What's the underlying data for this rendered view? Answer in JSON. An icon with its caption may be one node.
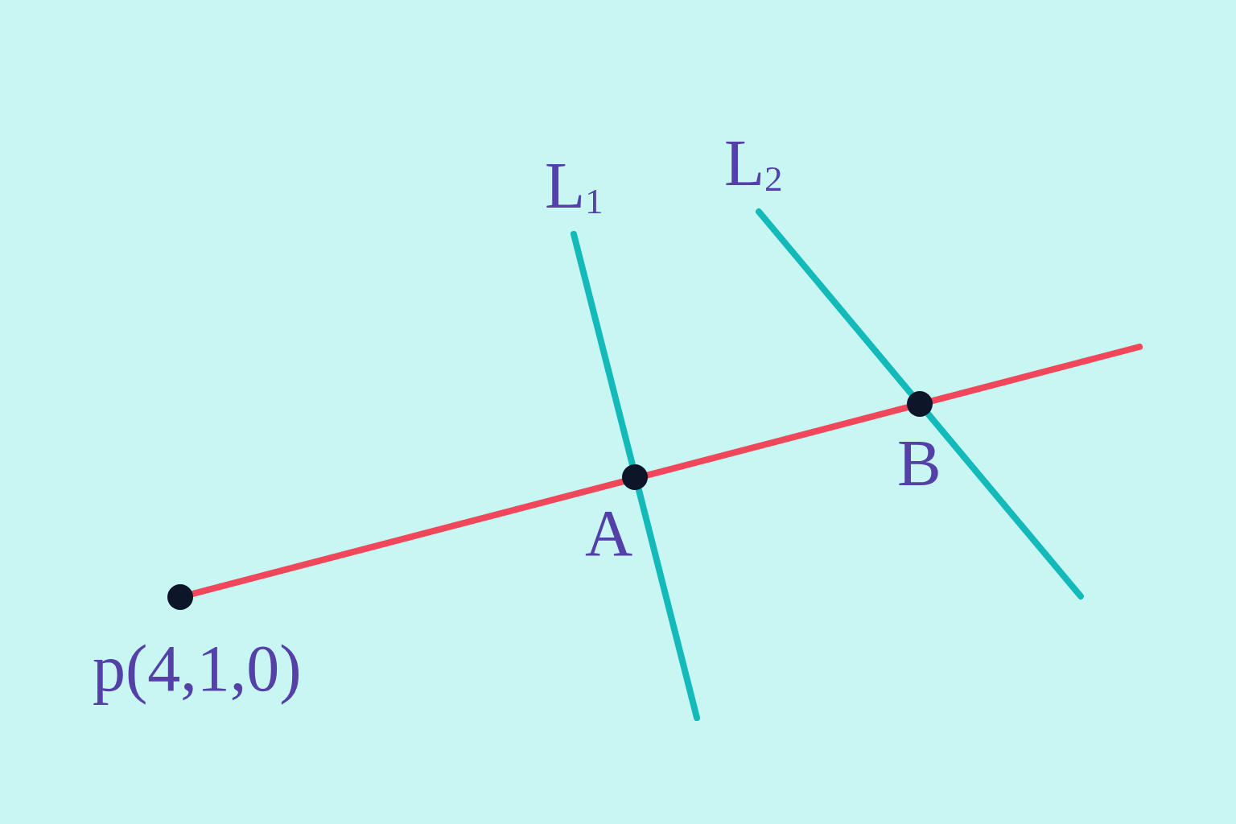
{
  "diagram": {
    "labels": [
      "L$_{1}$",
      "L$_{2}$",
      "B",
      "A",
      "p(4,1,0)"
    ]
  }
}
